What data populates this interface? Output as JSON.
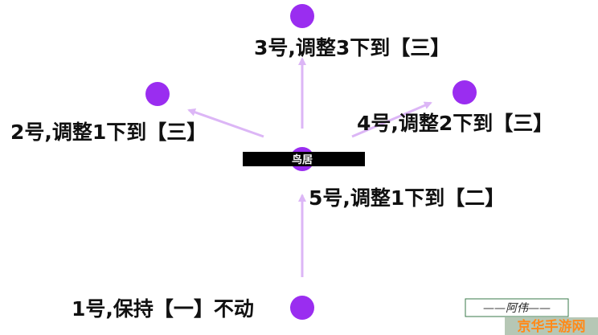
{
  "diagram": {
    "center": {
      "label": "鸟居"
    },
    "nodes": [
      {
        "id": "1",
        "label": "1号,保持【一】不动"
      },
      {
        "id": "2",
        "label": "2号,调整1下到【三】"
      },
      {
        "id": "3",
        "label": "3号,调整3下到【三】"
      },
      {
        "id": "4",
        "label": "4号,调整2下到【三】"
      },
      {
        "id": "5",
        "label": "5号,调整1下到【二】"
      }
    ],
    "signature": "——阿伟——",
    "watermark": "京华手游网"
  },
  "colors": {
    "node": "#9a2df0",
    "arrow": "#dcb6f6",
    "center_bar": "#000000",
    "text": "#111111",
    "watermark_text": "#ff8a1a",
    "watermark_bg": "#2f5f2a"
  }
}
